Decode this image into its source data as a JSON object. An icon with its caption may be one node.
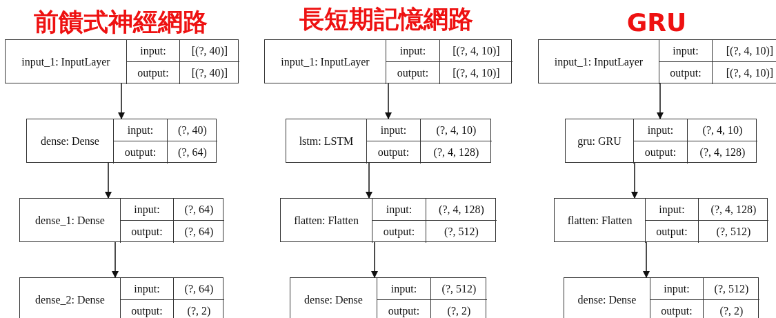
{
  "diagram": {
    "nodes": [
      {
        "text": [
          "input_1: InputLayer",
          "input:",
          "[(?, 40)]",
          "output:",
          "[(?, 40)]"
        ]
      },
      {
        "text": [
          "dense: Dense",
          "input:",
          "(?, 40)",
          "output:",
          "(?, 64)"
        ]
      },
      {
        "text": [
          "dense_1: Dense",
          "input:",
          "(?, 64)",
          "output:",
          "(?, 64)"
        ]
      },
      {
        "text": [
          "dense_2: Dense",
          "input:",
          "(?, 64)",
          "output:",
          "(?, 2)"
        ]
      },
      {
        "text": [
          "input_1: InputLayer",
          "input:",
          "[(?, 4, 10)]",
          "output:",
          "[(?, 4, 10)]"
        ]
      },
      {
        "text": [
          "lstm: LSTM",
          "input:",
          "(?, 4, 10)",
          "output:",
          "(?, 4, 128)"
        ]
      },
      {
        "text": [
          "flatten: Flatten",
          "input:",
          "(?, 4, 128)",
          "output:",
          "(?, 512)"
        ]
      },
      {
        "text": [
          "dense: Dense",
          "input:",
          "(?, 512)",
          "output:",
          "(?, 2)"
        ]
      },
      {
        "text": [
          "input_1: InputLayer",
          "input:",
          "[(?, 4, 10)]",
          "output:",
          "[(?, 4, 10)]"
        ]
      },
      {
        "text": [
          "gru: GRU",
          "input:",
          "(?, 4, 10)",
          "output:",
          "(?, 4, 128)"
        ]
      },
      {
        "text": [
          "flatten: Flatten",
          "input:",
          "(?, 4, 128)",
          "output:",
          "(?, 512)"
        ]
      },
      {
        "text": [
          "dense: Dense",
          "input:",
          "(?, 512)",
          "output:",
          "(?, 2)"
        ]
      }
    ],
    "edges": [
      {
        "from": 0,
        "to": 1,
        "arrow": "to"
      },
      {
        "from": 1,
        "to": 2,
        "arrow": "to"
      },
      {
        "from": 2,
        "to": 3,
        "arrow": "to"
      },
      {
        "from": 4,
        "to": 5,
        "arrow": "to"
      },
      {
        "from": 5,
        "to": 6,
        "arrow": "to"
      },
      {
        "from": 6,
        "to": 7,
        "arrow": "to"
      },
      {
        "from": 8,
        "to": 9,
        "arrow": "to"
      },
      {
        "from": 9,
        "to": 10,
        "arrow": "to"
      },
      {
        "from": 10,
        "to": 11,
        "arrow": "to"
      }
    ],
    "labels": [
      "前饋式神經網路",
      "長短期記憶網路",
      "GRU"
    ]
  }
}
